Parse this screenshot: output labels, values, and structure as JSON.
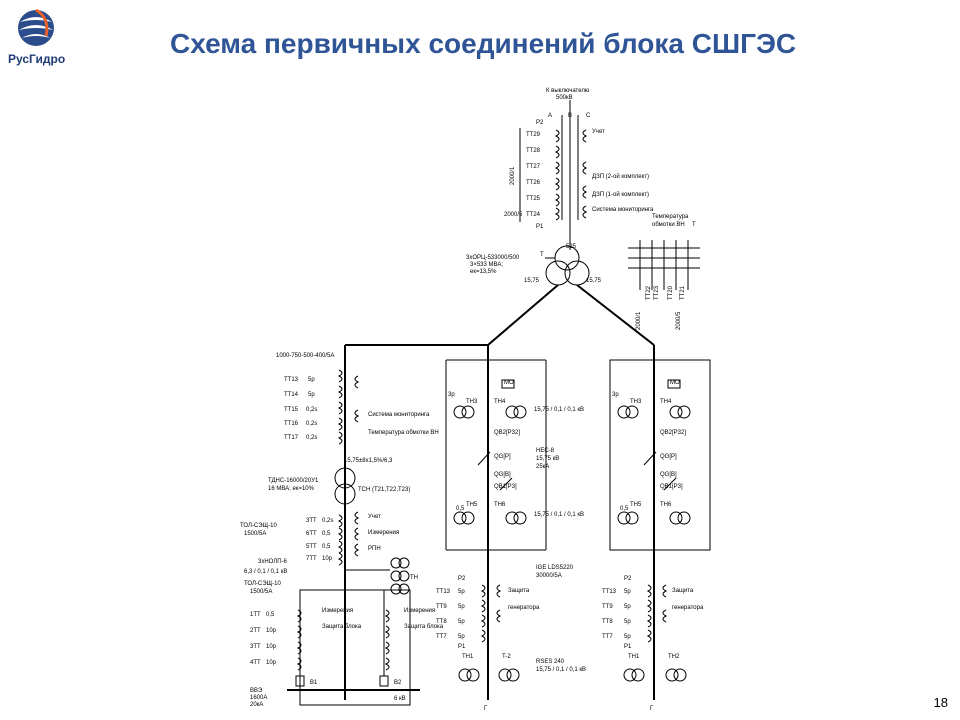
{
  "brand": {
    "logo_text": "РусГидро"
  },
  "slide": {
    "title": "Схема первичных соединений блока СШГЭС",
    "page_number": "18"
  },
  "diagram": {
    "top": {
      "supply_label_1": "К выключателю",
      "supply_label_2": "500кВ",
      "phase_a": "A",
      "phase_b": "B",
      "phase_c": "C",
      "p2": "P2",
      "p1": "P1",
      "ct_group_ratio": "2000/1",
      "ct_low_ratio": "2000/5",
      "cts": [
        "TT29",
        "TT28",
        "TT27",
        "TT26",
        "TT25",
        "TT24"
      ],
      "ct_functions": [
        "Учет",
        "ДЗП (2-ой комплект)",
        "ДЗП (1-ой комплект)",
        "Система мониторинга"
      ],
      "temp_label_1": "Температура",
      "temp_label_2": "обмотки ВН",
      "temp_t": "T"
    },
    "main_transformer": {
      "rating_1": "3хОРЦ-533000/500",
      "rating_2": "3×533 МВА;",
      "rating_3": "eк=13,5%",
      "hv_voltage": "525",
      "lv_left": "15,75",
      "lv_right": "15,75",
      "t_label": "T"
    },
    "right_cts": {
      "ratio_left": "2000/1",
      "ratio_right": "2000/5",
      "cts": [
        "TT22",
        "TT23",
        "TT20",
        "TT21"
      ]
    },
    "left_branch": {
      "ct_ratio": "1000-750-500-400/5А",
      "cts": [
        "TT13",
        "TT14",
        "TT15",
        "TT16",
        "TT17"
      ],
      "ct_classes": [
        "5р",
        "5р",
        "0,2s",
        "0,2s",
        "0,2s"
      ],
      "functions": [
        "Система мониторинга",
        "Температура обмотки ВН"
      ],
      "aux_voltage": "15,75±8x1,5%/6,3",
      "aux_trafo_1": "ТДНС-16000/20У1",
      "aux_trafo_2": "16 МВА; eк=10%",
      "tsn_label": "ТСН (Т21,Т22,Т23)",
      "lv_cts": [
        "3ТТ",
        "6ТТ",
        "5ТТ",
        "7ТТ"
      ],
      "lv_classes": [
        "0,2s",
        "0,5",
        "0,5",
        "10р"
      ],
      "lv_functions": [
        "Учет",
        "Измерения",
        "РПН"
      ],
      "lv_ct_type": "ТОЛ-СЭЩ-10",
      "lv_ct_ratio": "1500/5А",
      "vt_label": "3хНОЛП-6",
      "vt_ratio": "6,3 / 0,1 / 0,1 кВ",
      "vt_tn": "TH",
      "bus_ct_type": "ТОЛ-СЭЩ-10",
      "bus_ct_ratio": "1500/5А",
      "bus_cts": [
        "1TT",
        "2TT",
        "3TT",
        "4TT"
      ],
      "bus_classes": [
        "0,5",
        "10р",
        "10р",
        "10р"
      ],
      "bus_functions": [
        "Измерения",
        "Защита блока",
        "Измерения",
        "Защита блока"
      ],
      "b1": "B1",
      "b2": "B2",
      "breaker_1": "ВВЭ",
      "breaker_2": "1600А",
      "breaker_3": "20кА",
      "bus_voltage": "6 кВ"
    },
    "generator_cell": {
      "class_3p": "3р",
      "tn3": "TH3",
      "tn4": "TH4",
      "vt_ratio": "15,75 / 0,1 / 0,1 кВ",
      "qb2": "QB2[P32]",
      "gen_breaker_1": "HEC-8",
      "gen_breaker_2": "15,75 кВ",
      "gen_breaker_3": "25кА",
      "qg": "QG[P]",
      "qg2": "QG[B]",
      "qb1": "QB1[P3]",
      "class_05": "0,5",
      "tn5": "TH5",
      "tn6": "TH6",
      "vt_ratio_2": "15,75 / 0,1 / 0,1 кВ",
      "mo": "MO"
    },
    "generator_ct": {
      "type": "IGE LDS5220",
      "ratio": "30000/5А",
      "p2": "P2",
      "p1": "P1",
      "cts": [
        "TT13",
        "TT9",
        "TT8",
        "TT7"
      ],
      "classes": [
        "5р",
        "5р",
        "5р",
        "5р"
      ],
      "functions": [
        "Защита",
        "генератора"
      ],
      "ground_vt": "RSES 240",
      "ground_vt_ratio": "15,75 / 0,1 / 0,1 кВ",
      "th1": "TH1",
      "t2": "T-2",
      "th2": "TH2",
      "g": "Г"
    }
  }
}
